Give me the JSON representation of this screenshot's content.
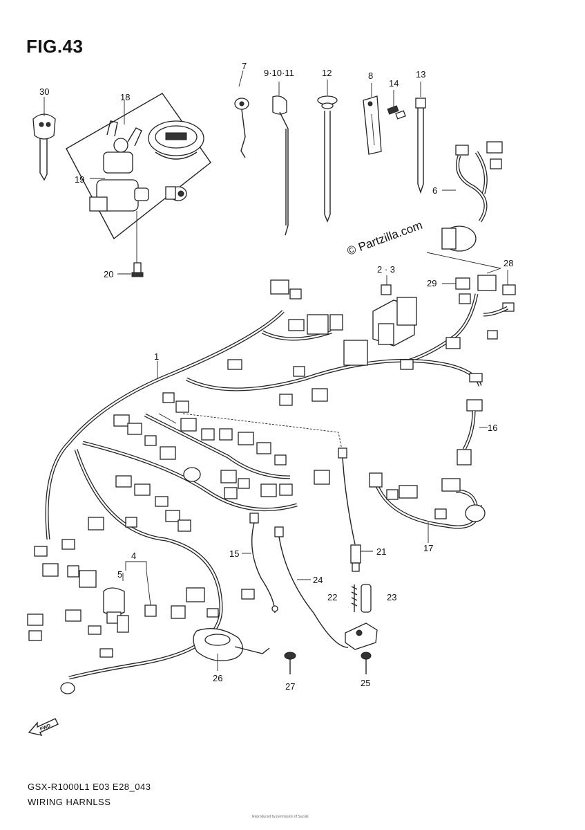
{
  "figure": {
    "title": "FIG.43",
    "model_code": "GSX-R1000L1 E03 E28_043",
    "subtitle": "WIRING HARNLSS",
    "watermark": "© Partzilla.com",
    "fwd_label": "FWD",
    "copyright": "Reproduced by permission of Suzuki"
  },
  "callouts": [
    {
      "id": "30",
      "label": "30"
    },
    {
      "id": "18",
      "label": "18"
    },
    {
      "id": "19",
      "label": "19"
    },
    {
      "id": "20",
      "label": "20"
    },
    {
      "id": "7",
      "label": "7"
    },
    {
      "id": "9-10-11",
      "label": "9·10·11"
    },
    {
      "id": "12",
      "label": "12"
    },
    {
      "id": "8",
      "label": "8"
    },
    {
      "id": "14",
      "label": "14"
    },
    {
      "id": "13",
      "label": "13"
    },
    {
      "id": "6",
      "label": "6"
    },
    {
      "id": "2-3",
      "label": "2 · 3"
    },
    {
      "id": "28",
      "label": "28"
    },
    {
      "id": "29",
      "label": "29"
    },
    {
      "id": "1",
      "label": "1"
    },
    {
      "id": "16",
      "label": "16"
    },
    {
      "id": "4",
      "label": "4"
    },
    {
      "id": "5",
      "label": "5"
    },
    {
      "id": "15",
      "label": "15"
    },
    {
      "id": "21",
      "label": "21"
    },
    {
      "id": "24",
      "label": "24"
    },
    {
      "id": "22",
      "label": "22"
    },
    {
      "id": "23",
      "label": "23"
    },
    {
      "id": "17",
      "label": "17"
    },
    {
      "id": "26",
      "label": "26"
    },
    {
      "id": "27",
      "label": "27"
    },
    {
      "id": "25",
      "label": "25"
    }
  ]
}
